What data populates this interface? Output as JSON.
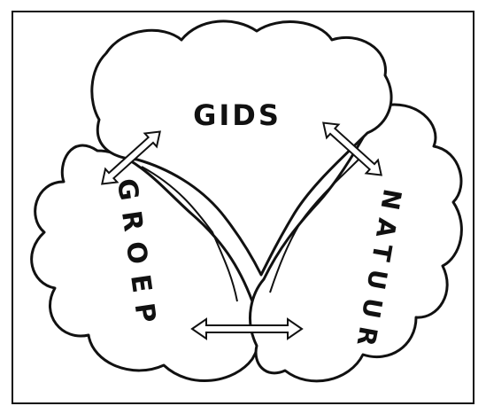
{
  "diagram": {
    "labels": {
      "top": "GIDS",
      "left": "GROEP",
      "right": "NATUUR"
    },
    "arrows": [
      "double-arrow-top-left",
      "double-arrow-top-right",
      "double-arrow-bottom"
    ],
    "colors": {
      "ink": "#111111",
      "paper": "#ffffff",
      "arrow_fill": "#ffffff"
    }
  }
}
